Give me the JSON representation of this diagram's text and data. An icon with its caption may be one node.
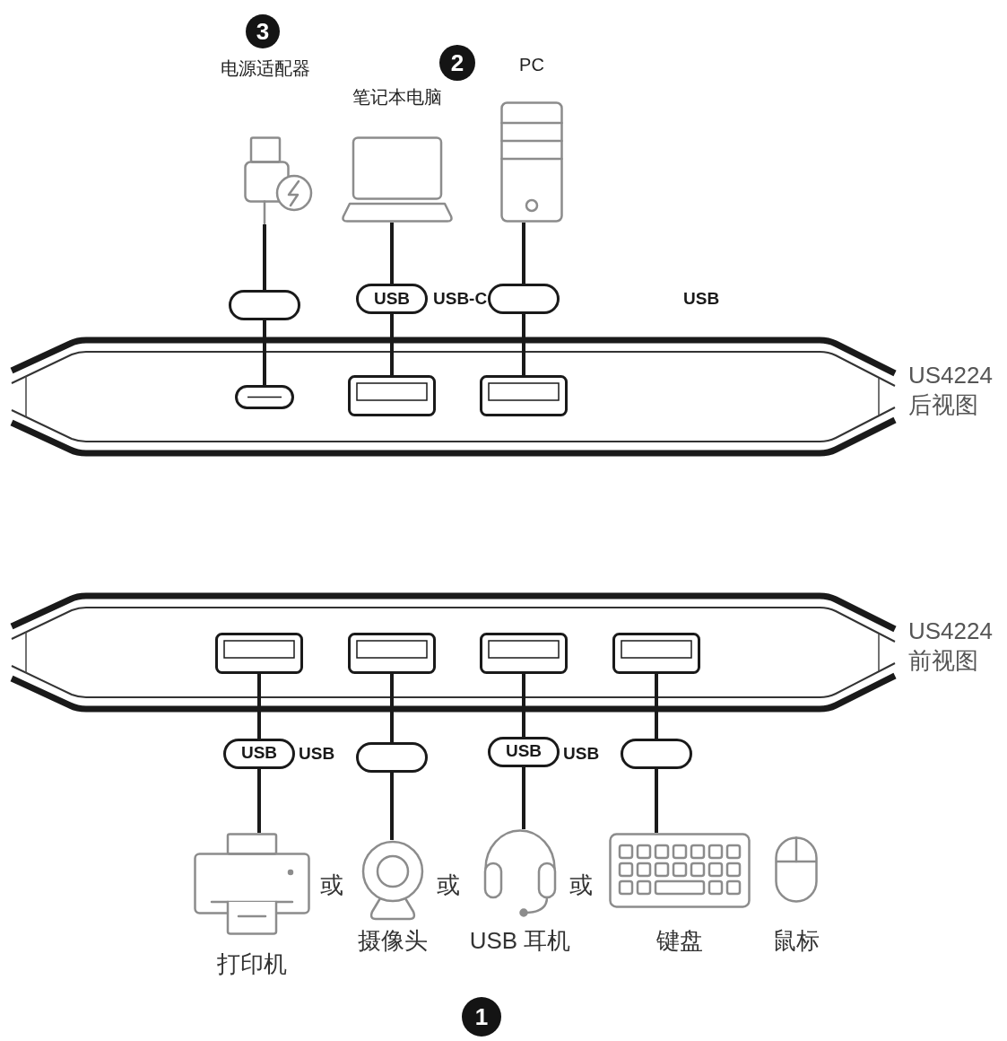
{
  "diagram": {
    "nodes": [
      {
        "text": [
          "电源适配器"
        ]
      },
      {
        "text": [
          "笔记本电脑"
        ]
      },
      {
        "text": [
          "PC"
        ]
      },
      {
        "text": [
          "US4224 后视图"
        ]
      },
      {
        "text": [],
        "shape": "box",
        "in": 3
      },
      {
        "text": [],
        "shape": "box",
        "in": 3
      },
      {
        "text": [],
        "shape": "box",
        "in": 3
      },
      {
        "text": [
          "US4224 前视图"
        ]
      },
      {
        "text": [],
        "shape": "box",
        "in": 7
      },
      {
        "text": [],
        "shape": "box",
        "in": 7
      },
      {
        "text": [],
        "shape": "box",
        "in": 7
      },
      {
        "text": [],
        "shape": "box",
        "in": 7
      },
      {
        "text": [
          "打印机"
        ]
      },
      {
        "text": [
          "摄像头"
        ]
      },
      {
        "text": [
          "USB 耳机"
        ]
      },
      {
        "text": [
          "键盘"
        ]
      },
      {
        "text": [
          "鼠标"
        ]
      }
    ],
    "edges": [
      {
        "from": 0,
        "to": 4,
        "arrow": "none"
      },
      {
        "from": 1,
        "to": 5,
        "arrow": "none",
        "label": "USB"
      },
      {
        "from": 2,
        "to": 6,
        "arrow": "none"
      },
      {
        "from": 8,
        "to": 12,
        "arrow": "none",
        "label": "USB"
      },
      {
        "from": 9,
        "to": 13,
        "arrow": "none"
      },
      {
        "from": 10,
        "to": 14,
        "arrow": "none",
        "label": "USB"
      },
      {
        "from": 11,
        "to": 15,
        "arrow": "none"
      }
    ],
    "labels": [
      "3",
      "2",
      "USB-C",
      "USB",
      "USB",
      "USB",
      "或",
      "或",
      "或",
      "1"
    ]
  }
}
